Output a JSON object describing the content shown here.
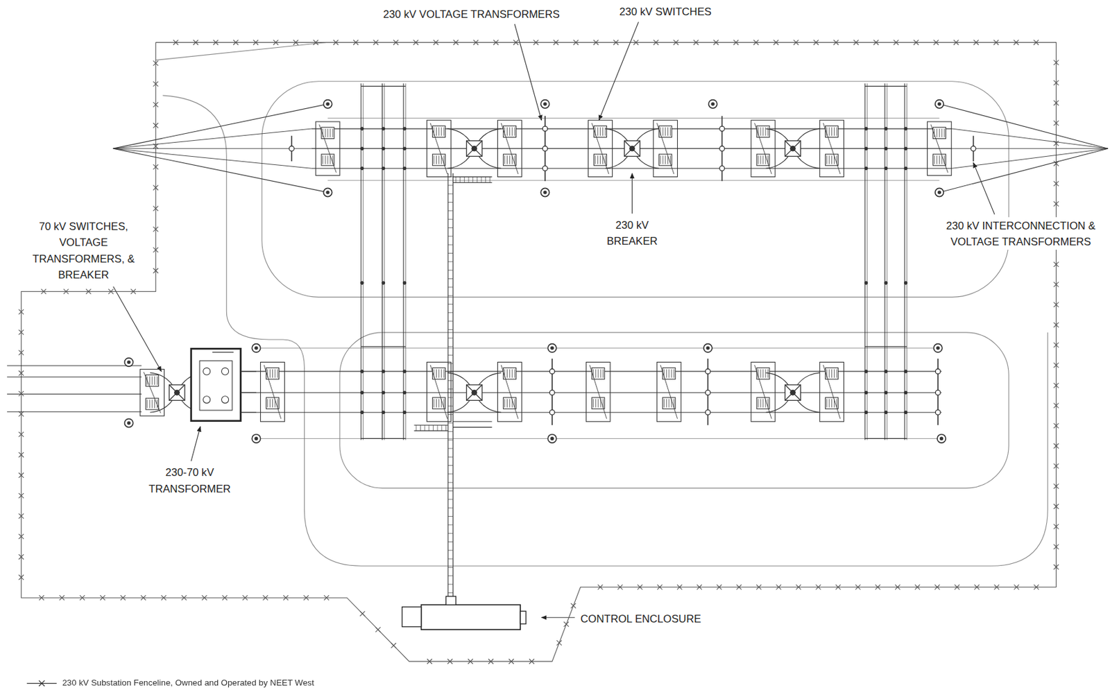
{
  "diagram": {
    "labels": [
      "230 kV VOLTAGE TRANSFORMERS",
      "230 kV SWITCHES",
      "70 kV SWITCHES, VOLTAGE TRANSFORMERS, & BREAKER",
      "230 kV BREAKER",
      "230 kV INTERCONNECTION & VOLTAGE TRANSFORMERS",
      "230-70 kV TRANSFORMER",
      "CONTROL ENCLOSURE"
    ],
    "legend": [
      {
        "text": "230 kV Substation Fenceline, Owned and Operated by NEET West"
      }
    ]
  }
}
